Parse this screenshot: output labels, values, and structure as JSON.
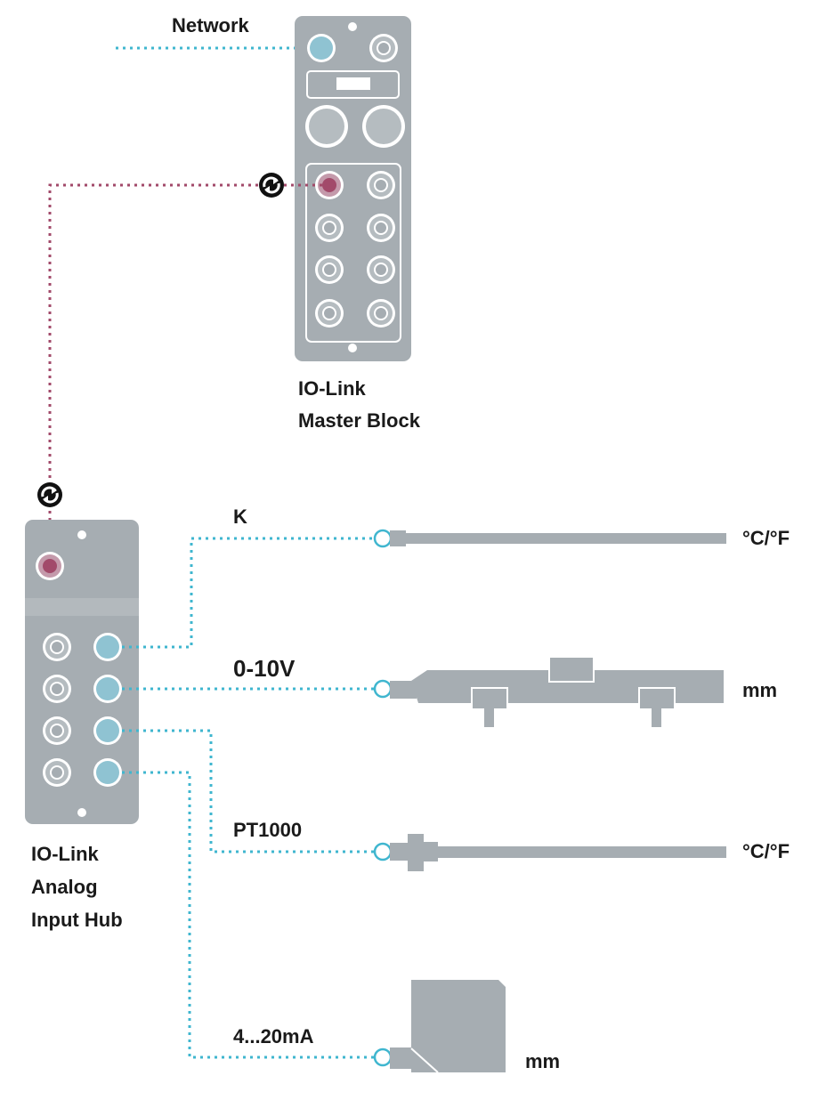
{
  "labels": {
    "network": "Network",
    "master_line1": "IO-Link",
    "master_line2": "Master Block",
    "hub_line1": "IO-Link",
    "hub_line2": "Analog",
    "hub_line3": "Input Hub"
  },
  "signals": {
    "k": "K",
    "v": "0-10V",
    "pt": "PT1000",
    "ma": "4...20mA"
  },
  "units": {
    "k": "°C/°F",
    "v": "mm",
    "pt": "°C/°F",
    "ma": "mm"
  },
  "colors": {
    "device": "#a6adb2",
    "port_ring": "#d6dadd",
    "network_line": "#3fb6cf",
    "iolink_line": "#a24a6a",
    "active_port": "#8fc3d2",
    "text": "#1a1a1a"
  },
  "icons": [
    "io-link-symbol-icon",
    "io-link-symbol-icon"
  ]
}
